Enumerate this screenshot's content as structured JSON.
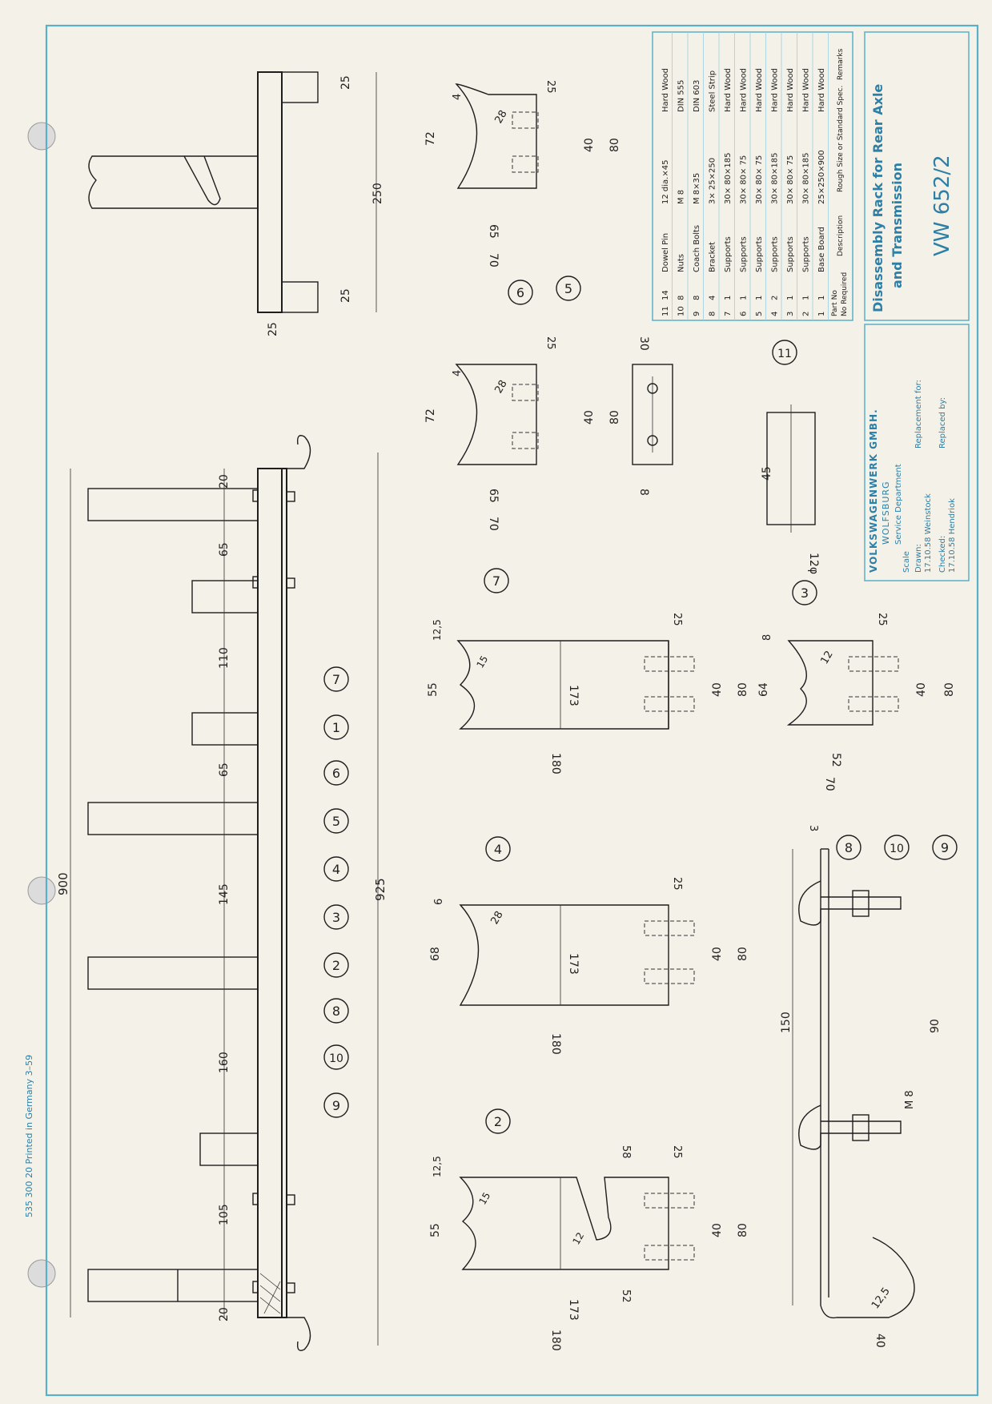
{
  "print_info": "535 300 20   Printed in Germany 3–59",
  "parts_list": {
    "rows": [
      {
        "part_no": "11",
        "no_required": "14",
        "description": "Dowel Pin",
        "size": "12 dia.×45",
        "remarks": "Hard Wood"
      },
      {
        "part_no": "10",
        "no_required": "8",
        "description": "Nuts",
        "size": "M 8",
        "remarks": "DIN 555"
      },
      {
        "part_no": "9",
        "no_required": "8",
        "description": "Coach Bolts",
        "size": "M 8×35",
        "remarks": "DIN 603"
      },
      {
        "part_no": "8",
        "no_required": "4",
        "description": "Bracket",
        "size": "3× 25×250",
        "remarks": "Steel Strip"
      },
      {
        "part_no": "7",
        "no_required": "1",
        "description": "Supports",
        "size": "30× 80×185",
        "remarks": "Hard Wood"
      },
      {
        "part_no": "6",
        "no_required": "1",
        "description": "Supports",
        "size": "30× 80× 75",
        "remarks": "Hard Wood"
      },
      {
        "part_no": "5",
        "no_required": "1",
        "description": "Supports",
        "size": "30× 80× 75",
        "remarks": "Hard Wood"
      },
      {
        "part_no": "4",
        "no_required": "2",
        "description": "Supports",
        "size": "30× 80×185",
        "remarks": "Hard Wood"
      },
      {
        "part_no": "3",
        "no_required": "1",
        "description": "Supports",
        "size": "30× 80× 75",
        "remarks": "Hard Wood"
      },
      {
        "part_no": "2",
        "no_required": "1",
        "description": "Supports",
        "size": "30× 80×185",
        "remarks": "Hard Wood"
      },
      {
        "part_no": "1",
        "no_required": "1",
        "description": "Base Board",
        "size": "25×250×900",
        "remarks": "Hard Wood"
      }
    ],
    "headers": {
      "part_no": "Part No",
      "no_required": "No Required",
      "description": "Description",
      "size": "Rough Size or Standard Spec.",
      "remarks": "Remarks"
    }
  },
  "title_block": {
    "title_line1": "Disassembly Rack for Rear Axle",
    "title_line2": "and Transmission",
    "drawing_number": "VW 652/2",
    "company": "VOLKSWAGENWERK GMBH.",
    "city": "WOLFSBURG",
    "department": "Service Department",
    "drawn_label": "Drawn:",
    "drawn_value": "17.10.58 Weinstock",
    "checked_label": "Checked:",
    "checked_value": "17.10.58 Hendriok",
    "replacement_for_label": "Replacement for:",
    "replaced_by_label": "Replaced by:",
    "scale_label": "Scale"
  },
  "dimensions": {
    "assembly": {
      "overall_900": "900",
      "overall_925": "925",
      "gaps": [
        "20",
        "105",
        "160",
        "145",
        "65",
        "110",
        "65",
        "20"
      ],
      "end_view": [
        "25",
        "250",
        "25",
        "25"
      ]
    },
    "part_2": [
      "55",
      "12,5",
      "15",
      "12",
      "58",
      "25",
      "40",
      "80",
      "52",
      "173",
      "180"
    ],
    "part_4": [
      "68",
      "6",
      "28",
      "25",
      "40",
      "80",
      "173",
      "180"
    ],
    "part_7": [
      "55",
      "12,5",
      "15",
      "25",
      "40",
      "80",
      "173",
      "180"
    ],
    "part_3": [
      "64",
      "8",
      "12",
      "25",
      "40",
      "80",
      "52",
      "70"
    ],
    "part_6": [
      "72",
      "4",
      "28",
      "25",
      "40",
      "80",
      "65",
      "70"
    ],
    "part_5": [
      "72",
      "4",
      "28",
      "25",
      "40",
      "80",
      "65",
      "70"
    ],
    "dowel": [
      "45",
      "12φ"
    ],
    "bracket_block": [
      "30",
      "8"
    ],
    "bracket": [
      "3",
      "150",
      "90",
      "M 8",
      "12,5",
      "40"
    ]
  },
  "balloons": [
    "1",
    "2",
    "3",
    "4",
    "5",
    "6",
    "7",
    "8",
    "9",
    "10",
    "11"
  ]
}
